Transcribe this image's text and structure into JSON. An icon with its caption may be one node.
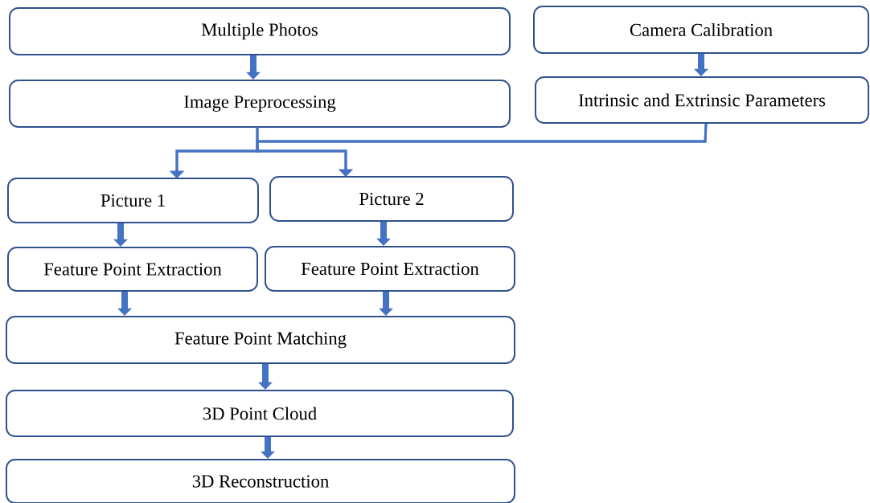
{
  "diagram": {
    "nodes": [
      {
        "text": [
          "Multiple Photos"
        ]
      },
      {
        "text": [
          "Camera Calibration"
        ]
      },
      {
        "text": [
          "Image Preprocessing"
        ]
      },
      {
        "text": [
          "Intrinsic and Extrinsic Parameters"
        ]
      },
      {
        "text": [
          "Picture 1"
        ]
      },
      {
        "text": [
          "Picture 2"
        ]
      },
      {
        "text": [
          "Feature Point Extraction"
        ]
      },
      {
        "text": [
          "Feature Point Extraction"
        ]
      },
      {
        "text": [
          "Feature Point Matching"
        ]
      },
      {
        "text": [
          "3D Point Cloud"
        ]
      },
      {
        "text": [
          "3D Reconstruction"
        ]
      }
    ],
    "edges": [
      {
        "from": 0,
        "to": 2,
        "arrow": "to"
      },
      {
        "from": 1,
        "to": 3,
        "arrow": "to"
      },
      {
        "from": 2,
        "to": 4,
        "arrow": "to"
      },
      {
        "from": 2,
        "to": 5,
        "arrow": "to"
      },
      {
        "from": 3,
        "to": 4,
        "arrow": "to"
      },
      {
        "from": 3,
        "to": 5,
        "arrow": "to"
      },
      {
        "from": 4,
        "to": 6,
        "arrow": "to"
      },
      {
        "from": 5,
        "to": 7,
        "arrow": "to"
      },
      {
        "from": 6,
        "to": 8,
        "arrow": "to"
      },
      {
        "from": 7,
        "to": 8,
        "arrow": "to"
      },
      {
        "from": 8,
        "to": 9,
        "arrow": "to"
      },
      {
        "from": 9,
        "to": 10,
        "arrow": "to"
      }
    ]
  }
}
